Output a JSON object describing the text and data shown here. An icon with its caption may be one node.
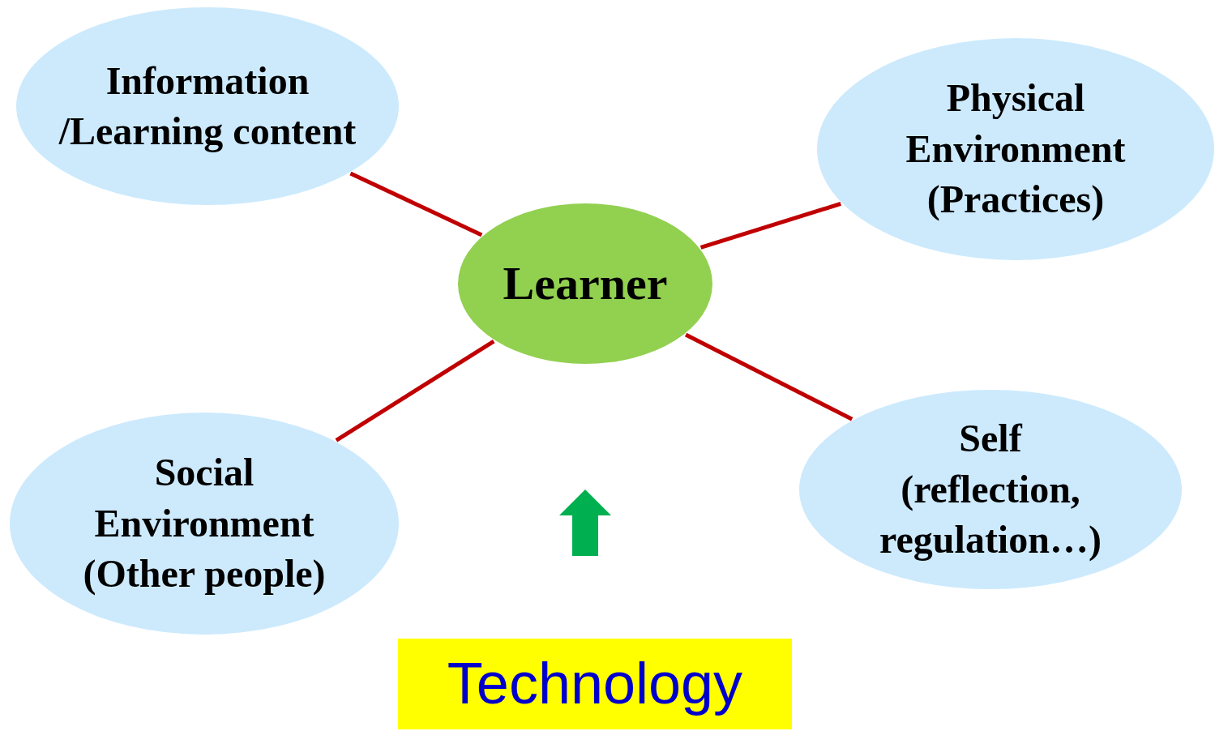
{
  "diagram": {
    "nodes": [
      {
        "text": [
          "Information /Learning content"
        ]
      },
      {
        "text": [
          "Physical Environment (Practices)"
        ]
      },
      {
        "text": [
          "Learner"
        ]
      },
      {
        "text": [
          "Social Environment (Other people)"
        ]
      },
      {
        "text": [
          "Self (reflection, regulation…)"
        ]
      },
      {
        "text": [
          "Technology"
        ]
      }
    ],
    "edges": [
      {
        "from": 2,
        "to": 0,
        "arrow": "none"
      },
      {
        "from": 2,
        "to": 1,
        "arrow": "none"
      },
      {
        "from": 2,
        "to": 3,
        "arrow": "none"
      },
      {
        "from": 2,
        "to": 4,
        "arrow": "none"
      }
    ]
  }
}
